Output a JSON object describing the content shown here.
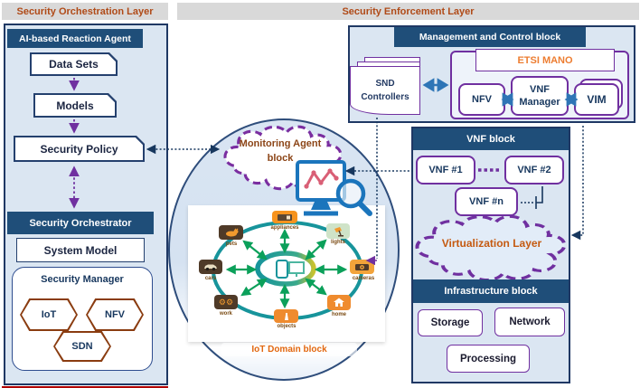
{
  "layers": {
    "orchestration": "Security Orchestration Layer",
    "enforcement": "Security Enforcement Layer"
  },
  "orchestration": {
    "reaction_agent_title": "AI-based Reaction Agent",
    "data_sets": "Data Sets",
    "models": "Models",
    "security_policy": "Security Policy",
    "orchestrator_title": "Security Orchestrator",
    "system_model": "System Model",
    "security_manager": "Security Manager",
    "hex": [
      "IoT",
      "NFV",
      "SDN"
    ]
  },
  "management": {
    "title": "Management and Control block",
    "snd_controllers": "SND Controllers",
    "etsi_mano": "ETSI MANO",
    "nfv": "NFV",
    "vnf_manager": "VNF Manager",
    "vim": "VIM"
  },
  "vnf_block": {
    "title": "VNF block",
    "vnf1": "VNF #1",
    "vnf2": "VNF #2",
    "vnfn": "VNF #n",
    "virtualization_layer": "Virtualization Layer"
  },
  "infrastructure": {
    "title": "Infrastructure block",
    "storage": "Storage",
    "network": "Network",
    "processing": "Processing"
  },
  "iot": {
    "monitoring_agent": "Monitoring Agent block",
    "domain_label": "IoT Domain block",
    "devices": [
      "appliances",
      "pets",
      "lights",
      "cars",
      "cameras",
      "work",
      "home",
      "objects"
    ]
  },
  "colors": {
    "panel_fill": "#dbe6f2",
    "navy_header": "#1f4e79",
    "panel_border": "#1f3864",
    "purple": "#7030a0",
    "blue_arrow": "#2e75b6",
    "orange_accent": "#e2670f",
    "etsi_orange": "#ed7d31",
    "virtualization_orange": "#c55a11",
    "monitoring_brown": "#8c4517",
    "layer_bar_bg": "#d9d9d9",
    "layer_bar_text": "#b04a17",
    "teal": "#17949b",
    "green_arrow": "#0ba05a",
    "red_underline": "#b00000"
  }
}
